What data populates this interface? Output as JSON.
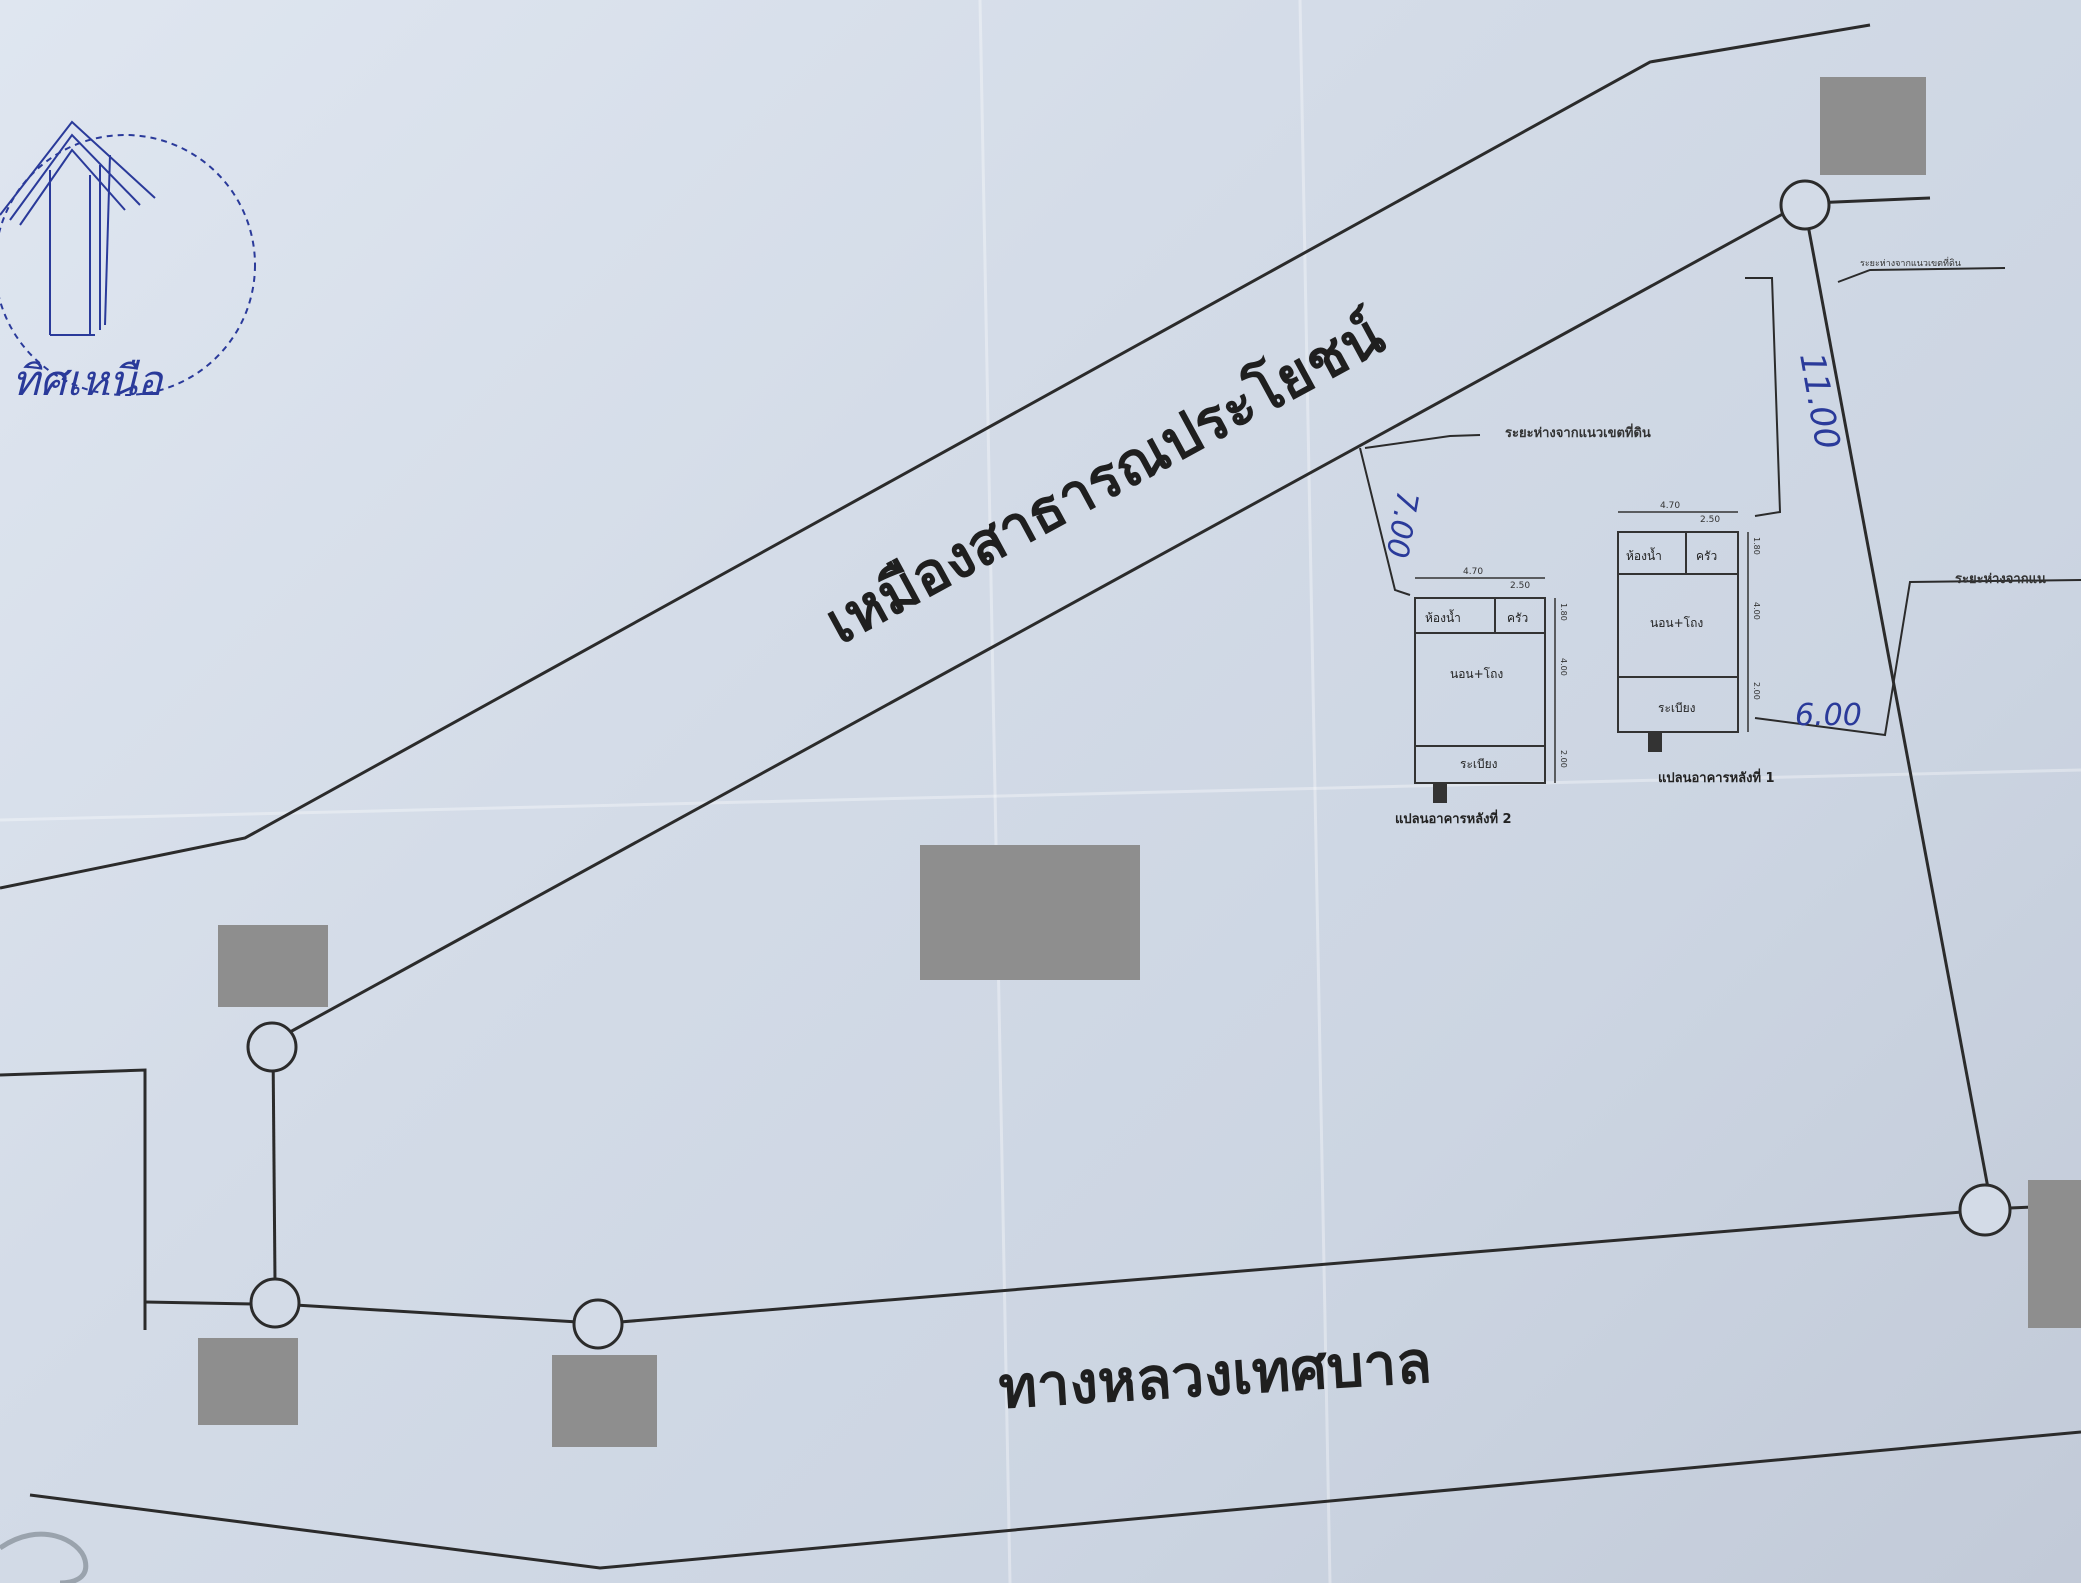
{
  "compass": {
    "label": "ทิศเหนือ",
    "color": "#2a3a9a"
  },
  "canal": {
    "label": "เหมืองสาธารณประโยชน์"
  },
  "road": {
    "label": "ทางหลวงเทศบาล"
  },
  "dimensions": {
    "north_side": "11.00",
    "left_setback": "7.00",
    "right_setback": "6.00"
  },
  "callouts": {
    "setback_boundary": "ระยะห่างจากแนวเขตที่ดิน",
    "setback_right": "ระยะห่างจากแน",
    "top_note": "ระยะห่างจากแนวเขตที่ดิน"
  },
  "buildings": [
    {
      "caption": "แปลนอาคารหลังที่ 2",
      "rooms": {
        "bathroom": "ห้องน้ำ",
        "kitchen": "ครัว",
        "bedroom": "นอน+โถง",
        "veranda": "ระเบียง"
      },
      "dims": {
        "top_total": "4.70",
        "top_part": "2.50",
        "side_1": "1.80",
        "side_2": "4.00",
        "side_3": "2.00"
      }
    },
    {
      "caption": "แปลนอาคารหลังที่ 1",
      "rooms": {
        "bathroom": "ห้องน้ำ",
        "kitchen": "ครัว",
        "bedroom": "นอน+โถง",
        "veranda": "ระเบียง"
      },
      "dims": {
        "top_total": "4.70",
        "top_part": "2.50",
        "side_1": "1.80",
        "side_2": "4.00",
        "side_3": "2.00"
      }
    }
  ],
  "colors": {
    "line": "#2b2b2b",
    "handwriting": "#2a3a9a",
    "redaction": "#8e8e8e",
    "paper": "#d6dde8"
  }
}
